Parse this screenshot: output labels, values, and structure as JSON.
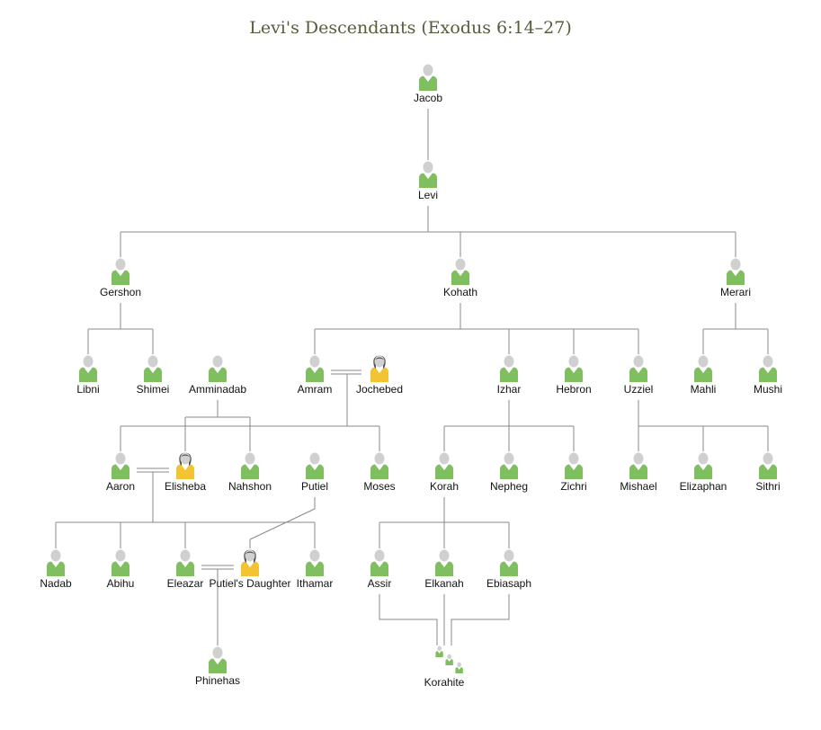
{
  "title": "Levi's Descendants (Exodus 6:14–27)",
  "colors": {
    "male_body": "#7fbf5f",
    "female_body": "#f2c434",
    "head": "#d0d0d0",
    "female_hair": "#555555",
    "line": "#8a8a8a"
  },
  "people": [
    {
      "id": "jacob",
      "name": "Jacob",
      "gender": "male"
    },
    {
      "id": "levi",
      "name": "Levi",
      "gender": "male"
    },
    {
      "id": "gershon",
      "name": "Gershon",
      "gender": "male"
    },
    {
      "id": "kohath",
      "name": "Kohath",
      "gender": "male"
    },
    {
      "id": "merari",
      "name": "Merari",
      "gender": "male"
    },
    {
      "id": "libni",
      "name": "Libni",
      "gender": "male"
    },
    {
      "id": "shimei",
      "name": "Shimei",
      "gender": "male"
    },
    {
      "id": "amminadab",
      "name": "Amminadab",
      "gender": "male"
    },
    {
      "id": "amram",
      "name": "Amram",
      "gender": "male"
    },
    {
      "id": "jochebed",
      "name": "Jochebed",
      "gender": "female"
    },
    {
      "id": "izhar",
      "name": "Izhar",
      "gender": "male"
    },
    {
      "id": "hebron",
      "name": "Hebron",
      "gender": "male"
    },
    {
      "id": "uzziel",
      "name": "Uzziel",
      "gender": "male"
    },
    {
      "id": "mahli",
      "name": "Mahli",
      "gender": "male"
    },
    {
      "id": "mushi",
      "name": "Mushi",
      "gender": "male"
    },
    {
      "id": "aaron",
      "name": "Aaron",
      "gender": "male"
    },
    {
      "id": "elisheba",
      "name": "Elisheba",
      "gender": "female"
    },
    {
      "id": "nahshon",
      "name": "Nahshon",
      "gender": "male"
    },
    {
      "id": "putiel",
      "name": "Putiel",
      "gender": "male"
    },
    {
      "id": "moses",
      "name": "Moses",
      "gender": "male"
    },
    {
      "id": "korah",
      "name": "Korah",
      "gender": "male"
    },
    {
      "id": "nepheg",
      "name": "Nepheg",
      "gender": "male"
    },
    {
      "id": "zichri",
      "name": "Zichri",
      "gender": "male"
    },
    {
      "id": "mishael",
      "name": "Mishael",
      "gender": "male"
    },
    {
      "id": "elizaphan",
      "name": "Elizaphan",
      "gender": "male"
    },
    {
      "id": "sithri",
      "name": "Sithri",
      "gender": "male"
    },
    {
      "id": "nadab",
      "name": "Nadab",
      "gender": "male"
    },
    {
      "id": "abihu",
      "name": "Abihu",
      "gender": "male"
    },
    {
      "id": "eleazar",
      "name": "Eleazar",
      "gender": "male"
    },
    {
      "id": "putiels_daughter",
      "name": "Putiel's Daughter",
      "gender": "female"
    },
    {
      "id": "ithamar",
      "name": "Ithamar",
      "gender": "male"
    },
    {
      "id": "assir",
      "name": "Assir",
      "gender": "male"
    },
    {
      "id": "elkanah",
      "name": "Elkanah",
      "gender": "male"
    },
    {
      "id": "ebiasaph",
      "name": "Ebiasaph",
      "gender": "male"
    },
    {
      "id": "phinehas",
      "name": "Phinehas",
      "gender": "male"
    },
    {
      "id": "korahite",
      "name": "Korahite",
      "gender": "group"
    }
  ],
  "marriages": [
    [
      "amram",
      "jochebed"
    ],
    [
      "aaron",
      "elisheba"
    ],
    [
      "eleazar",
      "putiels_daughter"
    ]
  ],
  "parent_child": [
    {
      "parent": "jacob",
      "children": [
        "levi"
      ]
    },
    {
      "parent": "levi",
      "children": [
        "gershon",
        "kohath",
        "merari"
      ]
    },
    {
      "parent": "gershon",
      "children": [
        "libni",
        "shimei"
      ]
    },
    {
      "parent": "kohath",
      "children": [
        "amram",
        "izhar",
        "hebron",
        "uzziel"
      ]
    },
    {
      "parent": "merari",
      "children": [
        "mahli",
        "mushi"
      ]
    },
    {
      "parent": "amminadab",
      "children": [
        "elisheba",
        "nahshon"
      ]
    },
    {
      "parent": "amram+jochebed",
      "children": [
        "aaron",
        "moses"
      ]
    },
    {
      "parent": "izhar",
      "children": [
        "korah",
        "nepheg",
        "zichri"
      ]
    },
    {
      "parent": "uzziel",
      "children": [
        "mishael",
        "elizaphan",
        "sithri"
      ]
    },
    {
      "parent": "aaron+elisheba",
      "children": [
        "nadab",
        "abihu",
        "eleazar",
        "ithamar"
      ]
    },
    {
      "parent": "putiel",
      "children": [
        "putiels_daughter"
      ]
    },
    {
      "parent": "korah",
      "children": [
        "assir",
        "elkanah",
        "ebiasaph"
      ]
    },
    {
      "parent": "eleazar+putiels_daughter",
      "children": [
        "phinehas"
      ]
    },
    {
      "parent": "assir+elkanah+ebiasaph",
      "children": [
        "korahite"
      ]
    }
  ]
}
